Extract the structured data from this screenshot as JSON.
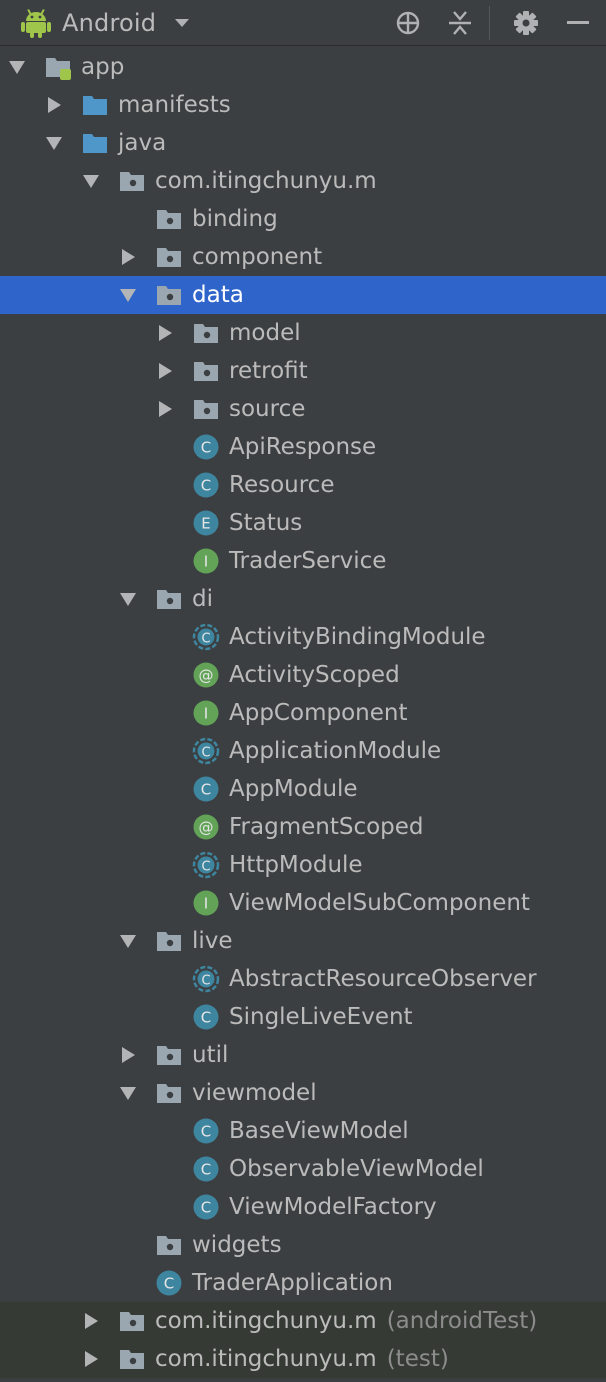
{
  "toolbar": {
    "view_title": "Android",
    "icons": [
      "android-icon",
      "dropdown-arrow-icon",
      "locate-icon",
      "collapse-all-icon",
      "settings-gear-icon",
      "hide-icon"
    ]
  },
  "colors": {
    "background": "#3c3f41",
    "selection": "#2f65ca",
    "text": "#bbbbbb",
    "class_icon": "#3e86a0",
    "interface_icon": "#62a357",
    "folder": "#9aa7b0",
    "source_folder": "#4f97c9"
  },
  "tree": [
    {
      "label": "app",
      "depth": 0,
      "state": "expanded",
      "icon": "module"
    },
    {
      "label": "manifests",
      "depth": 1,
      "state": "collapsed",
      "icon": "folder-blue"
    },
    {
      "label": "java",
      "depth": 1,
      "state": "expanded",
      "icon": "folder-blue"
    },
    {
      "label": "com.itingchunyu.m",
      "depth": 2,
      "state": "expanded",
      "icon": "package"
    },
    {
      "label": "binding",
      "depth": 3,
      "state": "leaf",
      "icon": "package"
    },
    {
      "label": "component",
      "depth": 3,
      "state": "collapsed",
      "icon": "package"
    },
    {
      "label": "data",
      "depth": 3,
      "state": "expanded",
      "icon": "package",
      "selected": true
    },
    {
      "label": "model",
      "depth": 4,
      "state": "collapsed",
      "icon": "package"
    },
    {
      "label": "retrofit",
      "depth": 4,
      "state": "collapsed",
      "icon": "package"
    },
    {
      "label": "source",
      "depth": 4,
      "state": "collapsed",
      "icon": "package"
    },
    {
      "label": "ApiResponse",
      "depth": 4,
      "state": "leaf",
      "icon": "class",
      "letter": "C"
    },
    {
      "label": "Resource",
      "depth": 4,
      "state": "leaf",
      "icon": "class",
      "letter": "C"
    },
    {
      "label": "Status",
      "depth": 4,
      "state": "leaf",
      "icon": "class",
      "letter": "E"
    },
    {
      "label": "TraderService",
      "depth": 4,
      "state": "leaf",
      "icon": "interface",
      "letter": "I"
    },
    {
      "label": "di",
      "depth": 3,
      "state": "expanded",
      "icon": "package"
    },
    {
      "label": "ActivityBindingModule",
      "depth": 4,
      "state": "leaf",
      "icon": "abstract",
      "letter": "C"
    },
    {
      "label": "ActivityScoped",
      "depth": 4,
      "state": "leaf",
      "icon": "interface",
      "letter": "@"
    },
    {
      "label": "AppComponent",
      "depth": 4,
      "state": "leaf",
      "icon": "interface",
      "letter": "I"
    },
    {
      "label": "ApplicationModule",
      "depth": 4,
      "state": "leaf",
      "icon": "abstract",
      "letter": "C"
    },
    {
      "label": "AppModule",
      "depth": 4,
      "state": "leaf",
      "icon": "class",
      "letter": "C"
    },
    {
      "label": "FragmentScoped",
      "depth": 4,
      "state": "leaf",
      "icon": "interface",
      "letter": "@"
    },
    {
      "label": "HttpModule",
      "depth": 4,
      "state": "leaf",
      "icon": "abstract",
      "letter": "C"
    },
    {
      "label": "ViewModelSubComponent",
      "depth": 4,
      "state": "leaf",
      "icon": "interface",
      "letter": "I"
    },
    {
      "label": "live",
      "depth": 3,
      "state": "expanded",
      "icon": "package"
    },
    {
      "label": "AbstractResourceObserver",
      "depth": 4,
      "state": "leaf",
      "icon": "abstract",
      "letter": "C"
    },
    {
      "label": "SingleLiveEvent",
      "depth": 4,
      "state": "leaf",
      "icon": "class",
      "letter": "C"
    },
    {
      "label": "util",
      "depth": 3,
      "state": "collapsed",
      "icon": "package"
    },
    {
      "label": "viewmodel",
      "depth": 3,
      "state": "expanded",
      "icon": "package"
    },
    {
      "label": "BaseViewModel",
      "depth": 4,
      "state": "leaf",
      "icon": "class",
      "letter": "C"
    },
    {
      "label": "ObservableViewModel",
      "depth": 4,
      "state": "leaf",
      "icon": "class",
      "letter": "C"
    },
    {
      "label": "ViewModelFactory",
      "depth": 4,
      "state": "leaf",
      "icon": "class",
      "letter": "C"
    },
    {
      "label": "widgets",
      "depth": 3,
      "state": "leaf",
      "icon": "package"
    },
    {
      "label": "TraderApplication",
      "depth": 3,
      "state": "leaf",
      "icon": "class",
      "letter": "C"
    },
    {
      "label": "com.itingchunyu.m",
      "depth": 2,
      "state": "collapsed",
      "icon": "package",
      "suffix": "(androidTest)",
      "test": true
    },
    {
      "label": "com.itingchunyu.m",
      "depth": 2,
      "state": "collapsed",
      "icon": "package",
      "suffix": "(test)",
      "test": true
    }
  ]
}
